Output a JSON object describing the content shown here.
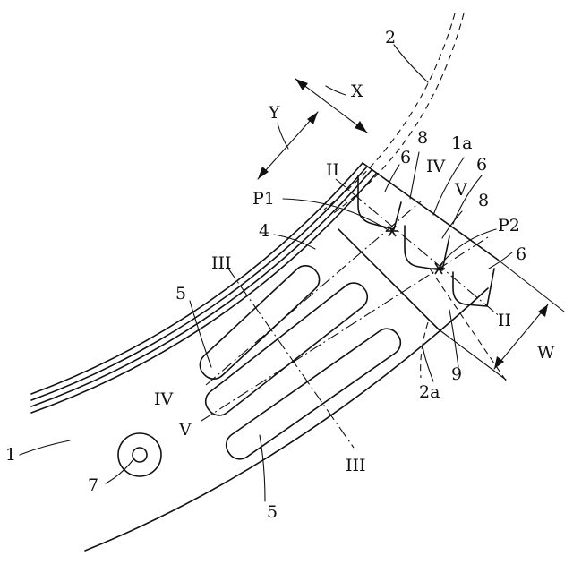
{
  "labels": {
    "part_1": "1",
    "part_1a": "1a",
    "part_2": "2",
    "part_2a": "2a",
    "part_4": "4",
    "part_5": "5",
    "part_6": "6",
    "part_7": "7",
    "part_8": "8",
    "part_9": "9",
    "point_p1": "P1",
    "point_p2": "P2",
    "section_ii": "II",
    "section_iii": "III",
    "section_iv": "IV",
    "section_v": "V",
    "dir_x": "X",
    "dir_y": "Y",
    "width_w": "W"
  }
}
